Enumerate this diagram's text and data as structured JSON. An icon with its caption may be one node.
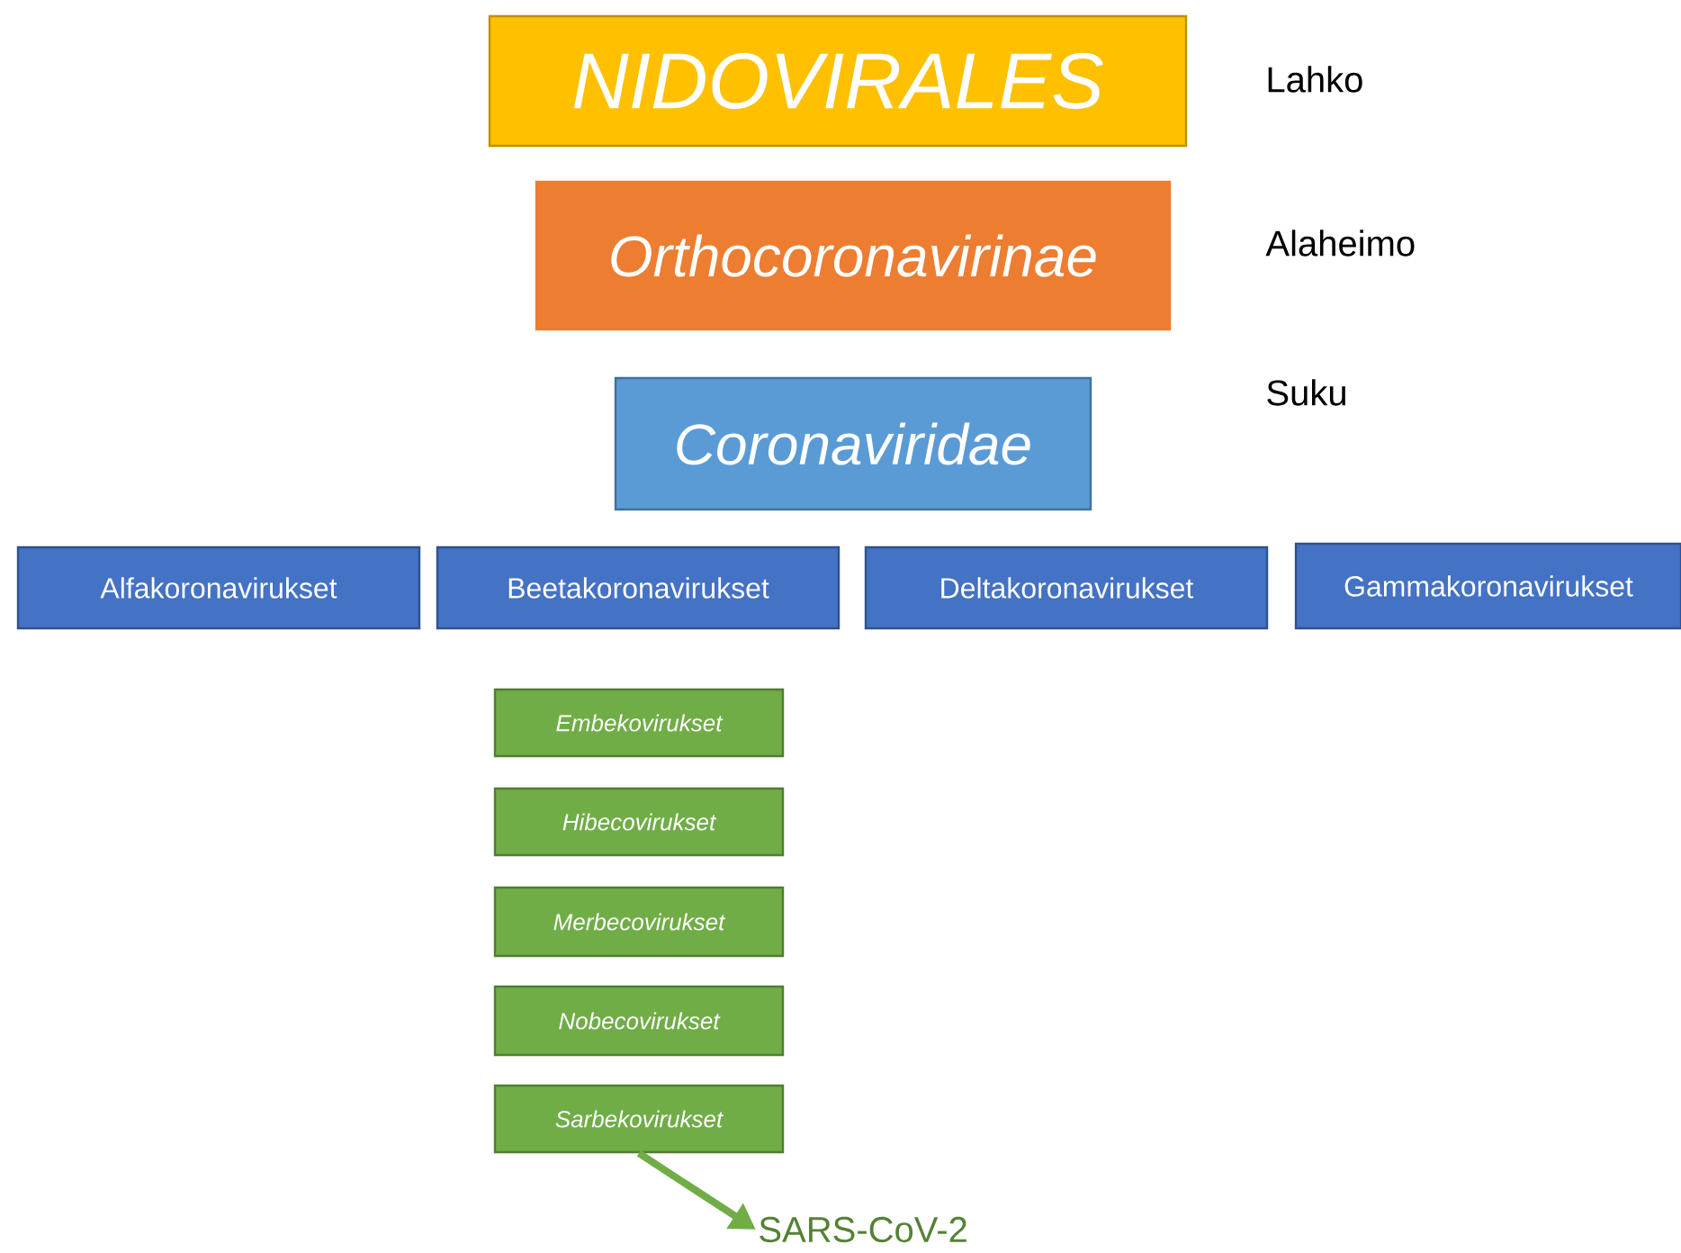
{
  "diagram": {
    "nodes": [
      {
        "text": [
          "NIDOVIRALES"
        ],
        "beside": [
          "Lahko"
        ]
      },
      {
        "text": [
          "Orthocoronavirinae"
        ],
        "beside": [
          "Alaheimo"
        ]
      },
      {
        "text": [
          "Coronaviridae"
        ]
      },
      {
        "text": [
          "Alfakoronavirukset"
        ]
      },
      {
        "text": [
          "Beetakoronavirukset"
        ]
      },
      {
        "text": [
          "Deltakoronavirukset"
        ]
      },
      {
        "text": [
          "Gammakoronavirukset"
        ]
      },
      {
        "text": [
          "Embekovirukset"
        ]
      },
      {
        "text": [
          "Hibecovirukset"
        ]
      },
      {
        "text": [
          "Merbecovirukset"
        ]
      },
      {
        "text": [
          "Nobecovirukset"
        ]
      },
      {
        "text": [
          "Sarbekovirukset"
        ]
      },
      {
        "text": [
          "SARS-CoV-2"
        ]
      }
    ],
    "edges": [
      {
        "from": 11,
        "to": 12,
        "arrow": "to"
      }
    ],
    "labels": [
      "Suku"
    ]
  }
}
